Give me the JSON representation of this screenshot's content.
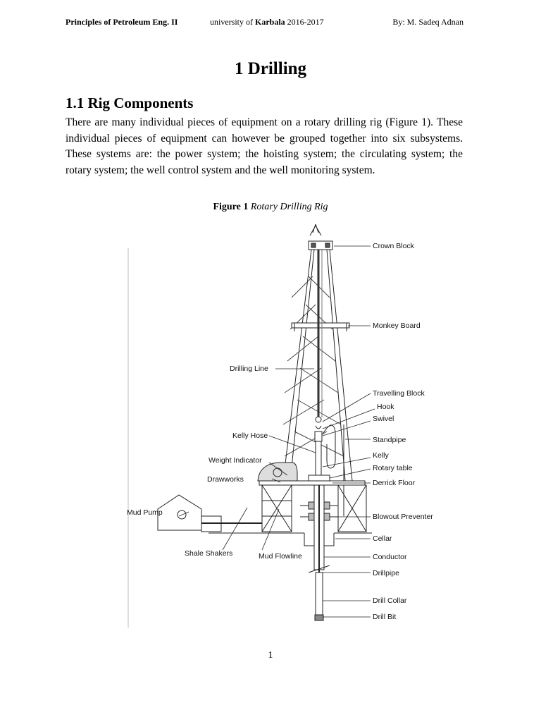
{
  "header": {
    "course": "Principles of Petroleum Eng. II",
    "university_prefix": "university of",
    "university_name": "Karbala",
    "years": "2016-2017",
    "author": "By: M. Sadeq Adnan"
  },
  "chapter_title": "1  Drilling",
  "section_title": "1.1 Rig Components",
  "paragraph": "There are many individual pieces of equipment on a rotary drilling rig (Figure 1). These individual pieces of equipment can however be grouped together into six subsystems. These systems are: the power system; the hoisting system; the circulating system; the rotary system; the well control system and the well monitoring system.",
  "figure": {
    "label": "Figure 1",
    "title": "Rotary Drilling Rig",
    "callouts": {
      "crown_block": "Crown Block",
      "monkey_board": "Monkey Board",
      "drilling_line": "Drilling Line",
      "travelling_block": "Travelling Block",
      "hook": "Hook",
      "swivel": "Swivel",
      "kelly_hose": "Kelly Hose",
      "standpipe": "Standpipe",
      "kelly": "Kelly",
      "weight_indicator": "Weight Indicator",
      "rotary_table": "Rotary table",
      "drawworks": "Drawworks",
      "derrick_floor": "Derrick Floor",
      "mud_pump": "Mud Pump",
      "blowout_preventer": "Blowout Preventer",
      "cellar": "Cellar",
      "shale_shakers": "Shale Shakers",
      "mud_flowline": "Mud Flowline",
      "conductor": "Conductor",
      "drillpipe": "Drillpipe",
      "drill_collar": "Drill Collar",
      "drill_bit": "Drill Bit"
    }
  },
  "page_number": "1"
}
